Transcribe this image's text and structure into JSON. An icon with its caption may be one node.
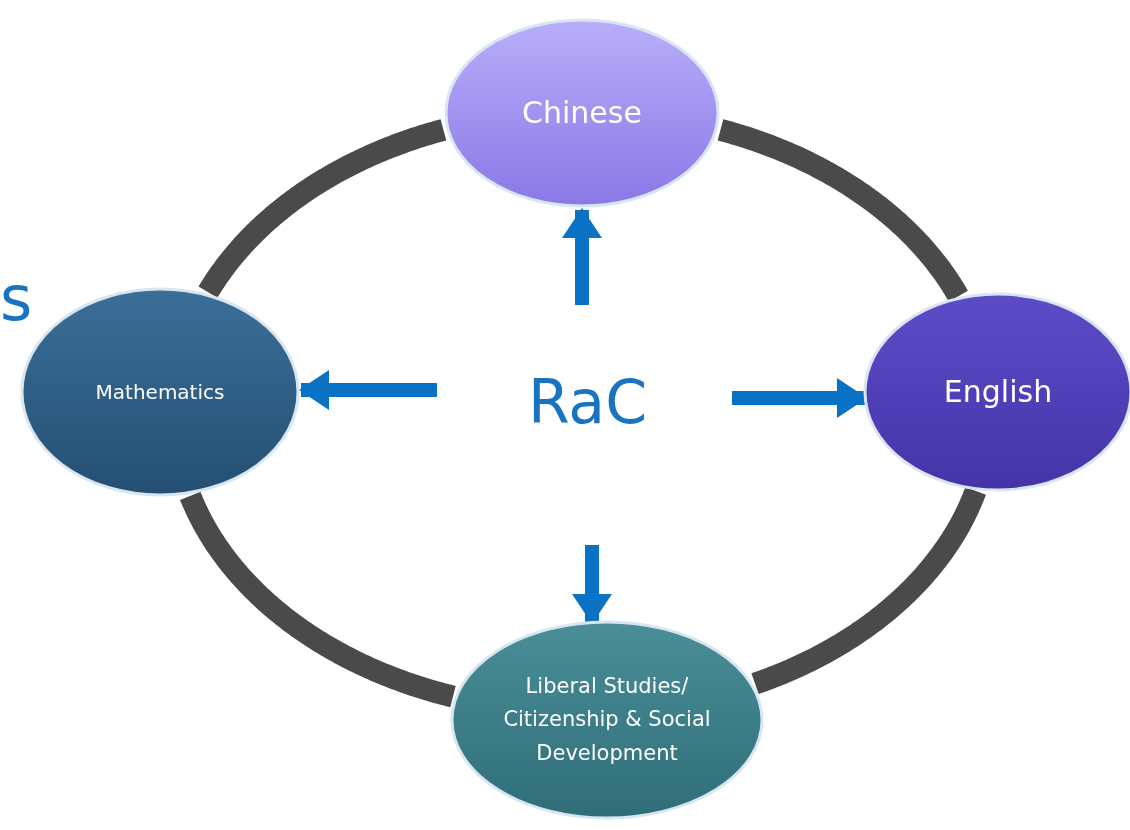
{
  "diagram": {
    "nodes": [
      {
        "text": [
          "Chinese"
        ]
      },
      {
        "text": [
          "Mathematics"
        ]
      },
      {
        "text": [
          "English"
        ]
      },
      {
        "text": [
          "Liberal Studies/ Citizenship & Social Development"
        ]
      }
    ],
    "edges": [
      {
        "from": null,
        "to": 0,
        "arrow": "to"
      },
      {
        "from": null,
        "to": 1,
        "arrow": "to"
      },
      {
        "from": null,
        "to": 2,
        "arrow": "to"
      },
      {
        "from": null,
        "to": 3,
        "arrow": "to"
      },
      {
        "from": 0,
        "to": 2,
        "arrow": "none",
        "color": "#4a4a4a"
      },
      {
        "from": 2,
        "to": 3,
        "arrow": "none",
        "color": "#4a4a4a"
      },
      {
        "from": 3,
        "to": 1,
        "arrow": "none",
        "color": "#4a4a4a"
      },
      {
        "from": 1,
        "to": 0,
        "arrow": "none",
        "color": "#4a4a4a"
      }
    ],
    "labels": [
      "s",
      "RaC"
    ]
  }
}
